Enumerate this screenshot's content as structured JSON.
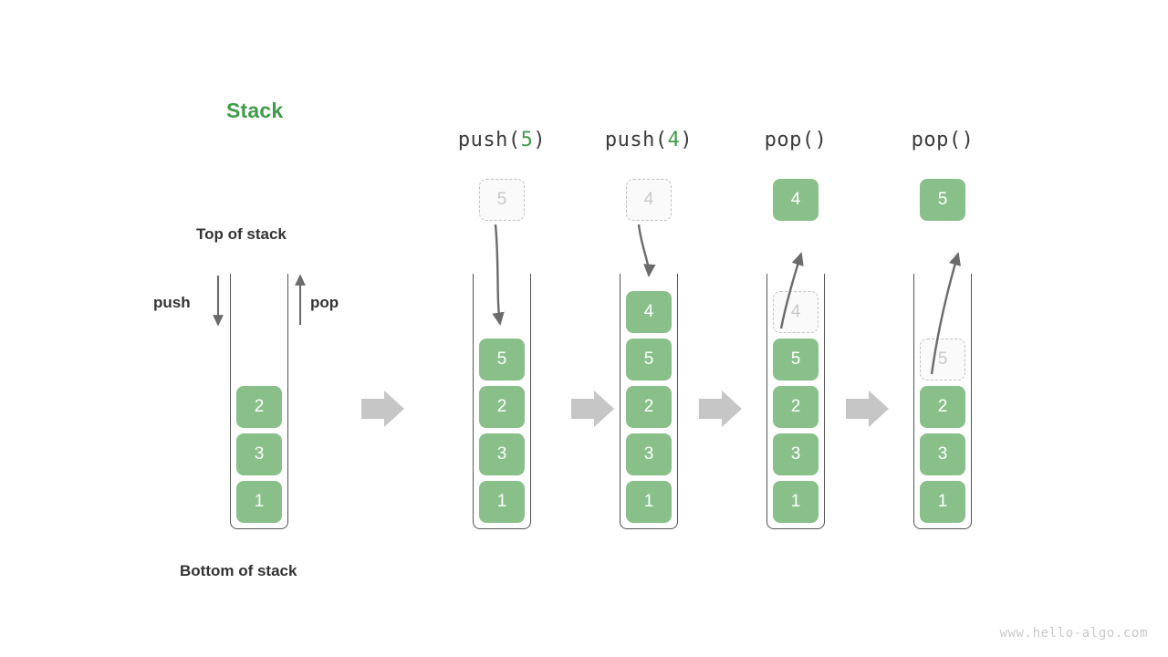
{
  "title": "Stack",
  "labels": {
    "top_of_stack": "Top of stack",
    "bottom_of_stack": "Bottom of stack",
    "push": "push",
    "pop": "pop"
  },
  "watermark": "www.hello-algo.com",
  "colors": {
    "accent_green": "#3f9c4a",
    "cell_green": "#89c08a",
    "ghost_fill": "#fafafa",
    "ghost_border": "#c2c2c2",
    "ghost_text": "#c8c8c8",
    "outline": "#555555",
    "arrow_gray": "#6b6b6b",
    "step_arrow_gray": "#c6c6c6",
    "text_dark": "#333333",
    "watermark_gray": "#c9c9c9"
  },
  "columns": [
    {
      "id": "initial",
      "header": null,
      "header_prefix": "",
      "header_arg": "",
      "header_suffix": "",
      "cells": [
        "2",
        "3",
        "1"
      ],
      "float": null,
      "float_kind": "none",
      "ghost_index": -1,
      "arrow": "none"
    },
    {
      "id": "push5",
      "header_prefix": "push(",
      "header_arg": "5",
      "header_suffix": ")",
      "cells": [
        "5",
        "2",
        "3",
        "1"
      ],
      "float": "5",
      "float_kind": "ghost",
      "ghost_index": -1,
      "arrow": "down"
    },
    {
      "id": "push4",
      "header_prefix": "push(",
      "header_arg": "4",
      "header_suffix": ")",
      "cells": [
        "4",
        "5",
        "2",
        "3",
        "1"
      ],
      "float": "4",
      "float_kind": "ghost",
      "ghost_index": -1,
      "arrow": "down"
    },
    {
      "id": "pop1",
      "header_prefix": "pop(",
      "header_arg": "",
      "header_suffix": ")",
      "cells": [
        "4",
        "5",
        "2",
        "3",
        "1"
      ],
      "float": "4",
      "float_kind": "solid",
      "ghost_index": 0,
      "arrow": "up"
    },
    {
      "id": "pop2",
      "header_prefix": "pop(",
      "header_arg": "",
      "header_suffix": ")",
      "cells": [
        "5",
        "2",
        "3",
        "1"
      ],
      "float": "5",
      "float_kind": "solid",
      "ghost_index": 0,
      "arrow": "up"
    }
  ],
  "step_arrows": [
    {
      "name": "step-arrow-1"
    },
    {
      "name": "step-arrow-2"
    },
    {
      "name": "step-arrow-3"
    },
    {
      "name": "step-arrow-4"
    }
  ]
}
